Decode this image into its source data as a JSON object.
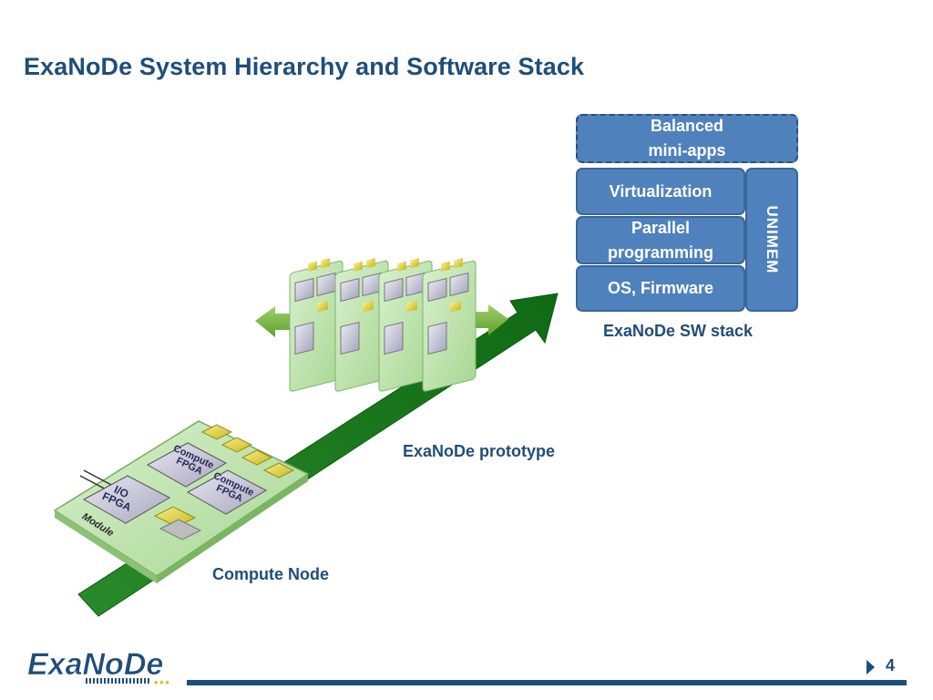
{
  "slide": {
    "title": "ExaNoDe System Hierarchy and Software Stack",
    "page_number": "4"
  },
  "sw_stack": {
    "balanced_line1": "Balanced",
    "balanced_line2": "mini-apps",
    "virtualization": "Virtualization",
    "parallel_line1": "Parallel",
    "parallel_line2": "programming",
    "os_firmware": "OS, Firmware",
    "unimem": "UNIMEM",
    "caption": "ExaNoDe SW stack"
  },
  "labels": {
    "prototype": "ExaNoDe prototype",
    "compute_node": "Compute Node"
  },
  "module_board": {
    "io_fpga_line1": "I/O",
    "io_fpga_line2": "FPGA",
    "compute_line1": "Compute",
    "compute_line2": "FPGA",
    "module_label": "Module"
  },
  "logo": {
    "text": "ExaNoDe"
  },
  "colors": {
    "title": "#1f4e79",
    "stack_fill": "#4f81bd",
    "arrow_green": "#1f7a1f",
    "board_green": "#b8e0a8"
  }
}
